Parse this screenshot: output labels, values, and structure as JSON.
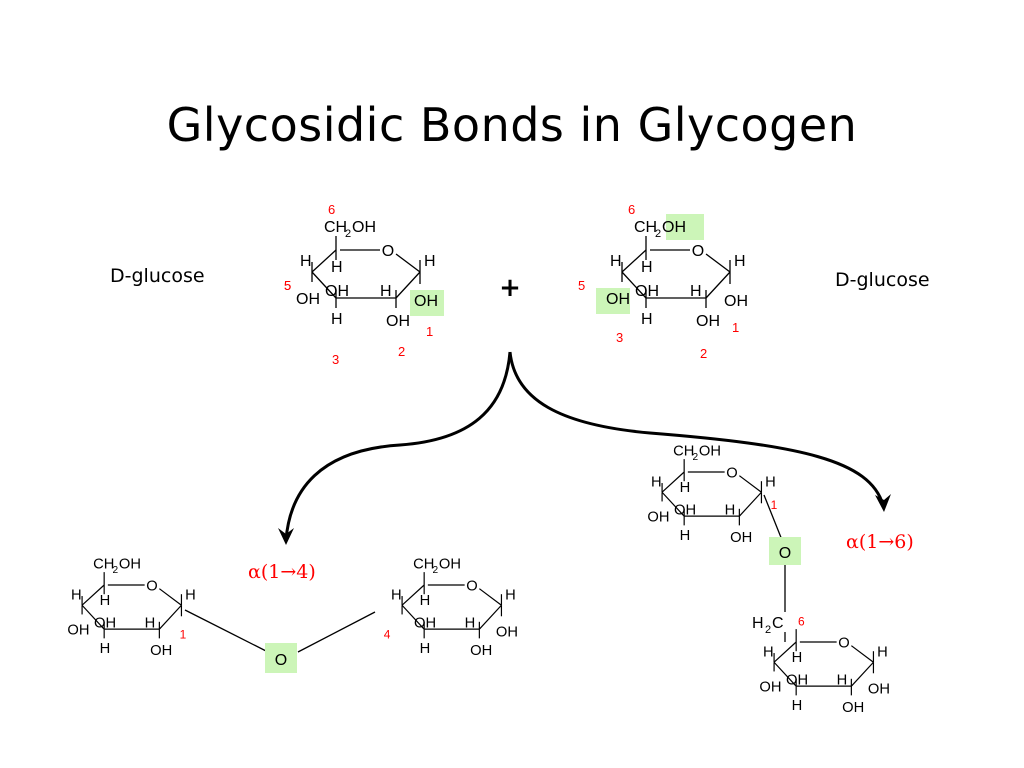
{
  "title": "Glycosidic Bonds in Glycogen",
  "reactants": {
    "left_label": "D-glucose",
    "right_label": "D-glucose",
    "plus": "+"
  },
  "atoms": {
    "ch2oh_ch": "CH",
    "ch2oh_sub": "2",
    "ch2oh_oh": "OH",
    "ring_o": "O",
    "h": "H",
    "oh": "OH",
    "bridge_o": "O",
    "h2c_h": "H",
    "h2c_sub": "2",
    "h2c_c": "C"
  },
  "carbon_numbers": [
    "1",
    "2",
    "3",
    "4",
    "5",
    "6"
  ],
  "bonds": {
    "alpha_1_4": {
      "greek": "α",
      "text": "(1",
      "arrow": "→",
      "end": "4)"
    },
    "alpha_1_6": {
      "greek": "α",
      "text": "(1",
      "arrow": "→",
      "end": "6)"
    }
  },
  "colors": {
    "highlight": "#ccf5b8",
    "carbon_numbers": "#ff0000",
    "bond_labels": "#ff0000",
    "lines": "#000000"
  }
}
